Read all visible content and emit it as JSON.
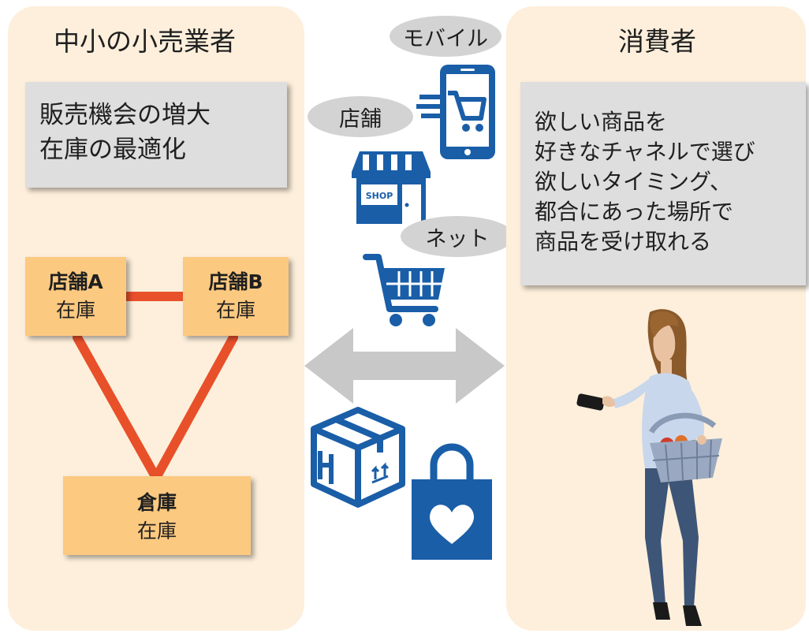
{
  "retailer": {
    "title": "中小の小売業者",
    "benefits": "販売機会の増大\n在庫の最適化",
    "stores": [
      {
        "name": "店舗A",
        "stock": "在庫"
      },
      {
        "name": "店舗B",
        "stock": "在庫"
      }
    ],
    "warehouse": {
      "name": "倉庫",
      "stock": "在庫"
    }
  },
  "channels": {
    "mobile": "モバイル",
    "store": "店舗",
    "net": "ネット",
    "shop_sign": "SHOP"
  },
  "consumer": {
    "title": "消費者",
    "benefits": "欲しい商品を\n好きなチャネルで選び\n欲しいタイミング、\n都合にあった場所で\n商品を受け取れる"
  },
  "colors": {
    "panel": "#fdefdb",
    "inventory_box": "#fcc980",
    "connector": "#e8502a",
    "icon_blue": "#1a5ea8",
    "arrow_grey": "#c8c8c8"
  },
  "icons": [
    "smartphone-cart-icon",
    "shop-icon",
    "shopping-cart-icon",
    "package-box-icon",
    "shopping-bag-heart-icon",
    "double-arrow-icon",
    "woman-shopper-illustration"
  ]
}
